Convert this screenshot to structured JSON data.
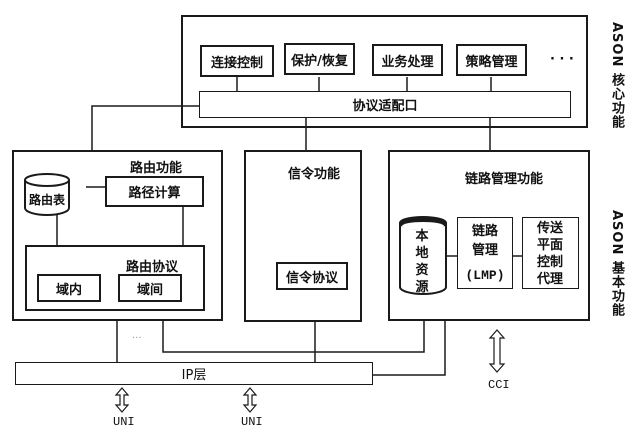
{
  "core": {
    "side_label": "ASON 核心功能",
    "modules": [
      "连接控制",
      "保护/恢复",
      "业务处理",
      "策略管理"
    ],
    "ellipsis": "· · ·",
    "adapter": "协议适配口"
  },
  "basic": {
    "side_label": "ASON 基本功能"
  },
  "routing": {
    "title": "路由功能",
    "table": "路由表",
    "path_calc": "路径计算",
    "protocol_title": "路由协议",
    "intra": "域内",
    "inter": "域间"
  },
  "signaling": {
    "title": "信令功能",
    "protocol": "信令协议"
  },
  "link": {
    "title": "链路管理功能",
    "local_resource": "本地资源",
    "lmp_name": "链路管理",
    "lmp_abbr": "(LMP)",
    "agent": "传送平面控制代理"
  },
  "ip_layer": "IP层",
  "interfaces": {
    "uni_1": "UNI",
    "uni_2": "UNI",
    "cci": "CCI"
  },
  "misc_dots": "···"
}
